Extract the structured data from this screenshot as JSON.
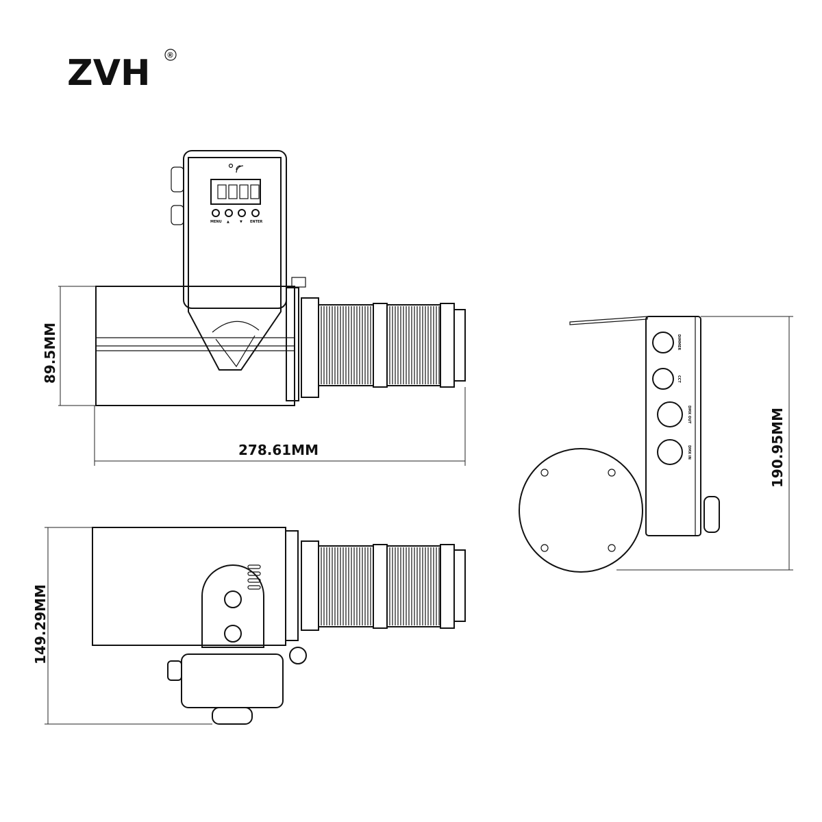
{
  "logo": {
    "text": "ZVH",
    "registered": "®"
  },
  "dimensions": {
    "front_height": "89.5MM",
    "length": "278.61MM",
    "top_height": "149.29MM",
    "side_height": "190.95MM"
  },
  "control_panel": {
    "buttons": [
      "MENU",
      "▲",
      "▼",
      "ENTER"
    ]
  },
  "side_panel": {
    "labels": [
      "DIMMER",
      "CCT",
      "DMX OUT",
      "DMX IN"
    ]
  },
  "colors": {
    "line": "#111111",
    "background": "#ffffff"
  }
}
